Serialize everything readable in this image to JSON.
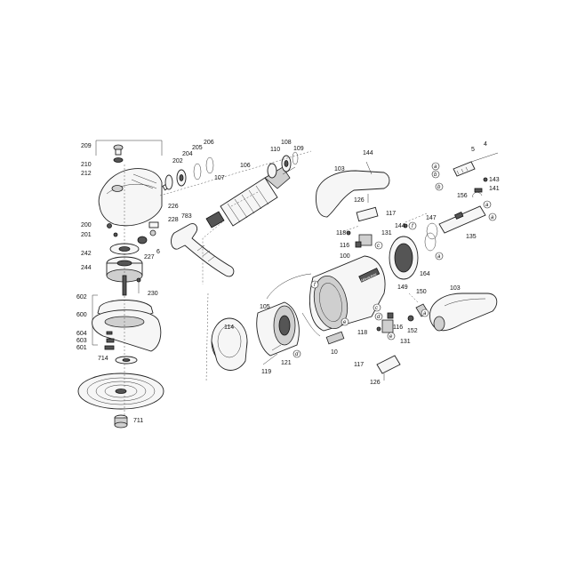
{
  "labels": {
    "l209": "209",
    "l210": "210",
    "l212": "212",
    "l200": "200",
    "l201": "201",
    "l242": "242",
    "l244": "244",
    "l602": "602",
    "l600": "600",
    "l604": "604",
    "l603": "603",
    "l601": "601",
    "l714": "714",
    "l711": "711",
    "l230": "230",
    "l227": "227",
    "l6": "6",
    "l228": "228",
    "l226": "226",
    "l783": "783",
    "l202": "202",
    "l204": "204",
    "l205": "205",
    "l206": "206",
    "l107": "107",
    "l106": "106",
    "l108": "108",
    "l110": "110",
    "l109": "109",
    "l103a": "103",
    "l144a": "144",
    "l126a": "126",
    "l117a": "117",
    "l144b": "144",
    "l118a": "118",
    "l131a": "131",
    "l116a": "116",
    "l100": "100",
    "l149": "149",
    "l164": "164",
    "l147": "147",
    "l4": "4",
    "l5": "5",
    "l143": "143",
    "l141": "141",
    "l156": "156",
    "l135": "135",
    "l150": "150",
    "l103b": "103",
    "l114": "114",
    "l105": "105",
    "l116b": "116",
    "l118b": "118",
    "l131b": "131",
    "l152": "152",
    "l10": "10",
    "l121": "121",
    "l119": "119",
    "l117b": "117",
    "l126b": "126"
  },
  "callouts": {
    "c_a1": "a",
    "c_b1": "b",
    "c_b2": "b",
    "c_a2": "a",
    "c_a3": "a",
    "c_c1": "c",
    "c_f1": "f",
    "c_f2": "f",
    "c_d1": "d",
    "c_e1": "e",
    "c_c2": "c",
    "c_d2": "d",
    "c_e2": "e",
    "c_a4": "a",
    "c_a5": "a"
  },
  "brand_mark": "Milwaukee"
}
